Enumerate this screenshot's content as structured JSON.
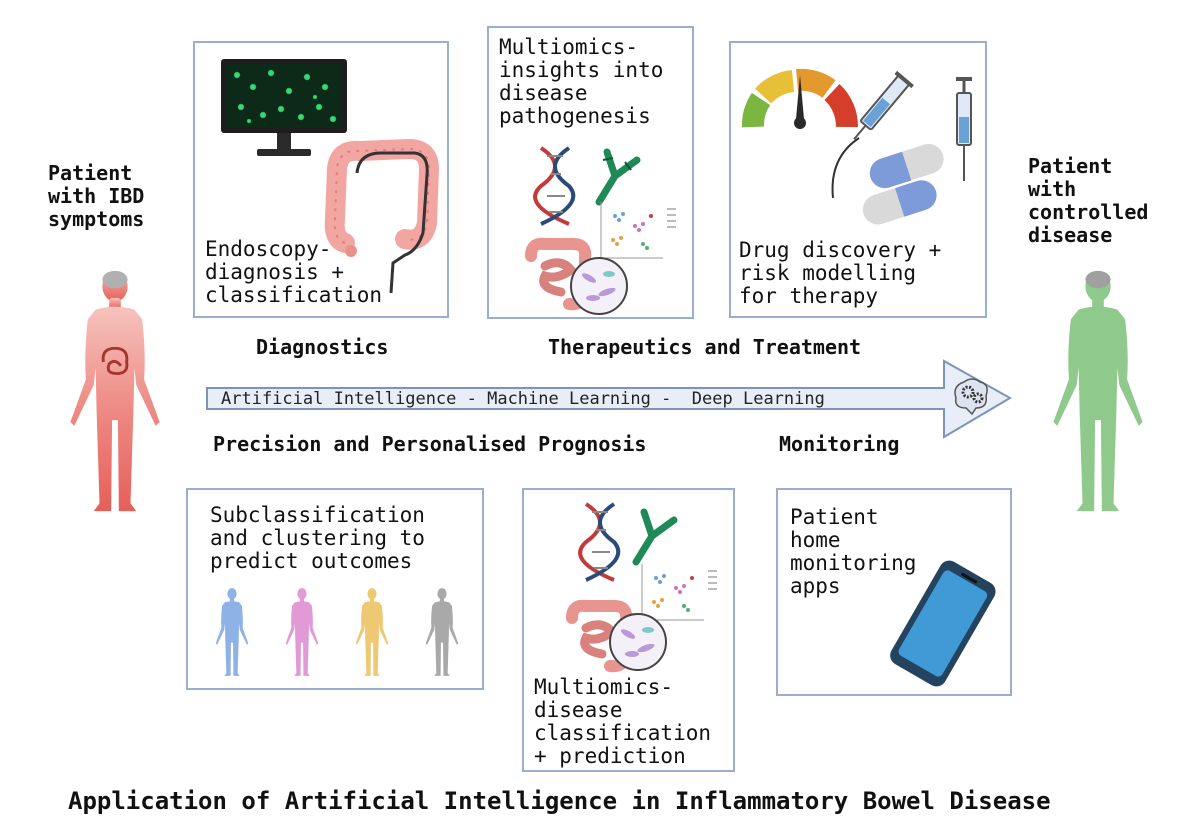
{
  "patient_start": "Patient\nwith IBD\nsymptoms",
  "patient_end": "Patient\nwith\ncontrolled\ndisease",
  "boxes": {
    "endoscopy": "Endoscopy-\ndiagnosis +\nclassification",
    "multiomics_insights": "Multiomics-\ninsights into\ndisease\npathogenesis",
    "drug_discovery": "Drug discovery +\nrisk modelling\nfor therapy",
    "subclassification": "Subclassification\nand clustering to\npredict outcomes",
    "multiomics_classification": "Multiomics-\ndisease\nclassification\n+ prediction",
    "home_monitoring": "Patient\nhome\nmonitoring\napps"
  },
  "headings": {
    "diagnostics": "Diagnostics",
    "therapeutics": "Therapeutics and Treatment",
    "prognosis": "Precision and Personalised Prognosis",
    "monitoring": "Monitoring"
  },
  "arrow_label": "Artificial Intelligence - Machine Learning -  Deep Learning",
  "footer_title": "Application of Artificial Intelligence in Inflammatory Bowel Disease",
  "colors": {
    "box_border": "#9aaed0",
    "patient_start_fill": "#ee7b74",
    "patient_end_fill": "#8fca8c",
    "arrow_fill": "#e8eef8",
    "cluster_1": "#8fb2e6",
    "cluster_2": "#e29ad6",
    "cluster_3": "#efc873",
    "cluster_4": "#a9a9a9"
  },
  "icons": [
    "monitor-icon",
    "colon-icon",
    "endoscope-icon",
    "dna-icon",
    "antibody-icon",
    "scatter-plot-icon",
    "intestine-icon",
    "microbe-icon",
    "gauge-icon",
    "syringe-icon",
    "capsule-icon",
    "brain-gears-icon",
    "smartphone-icon",
    "human-figure-icon"
  ]
}
